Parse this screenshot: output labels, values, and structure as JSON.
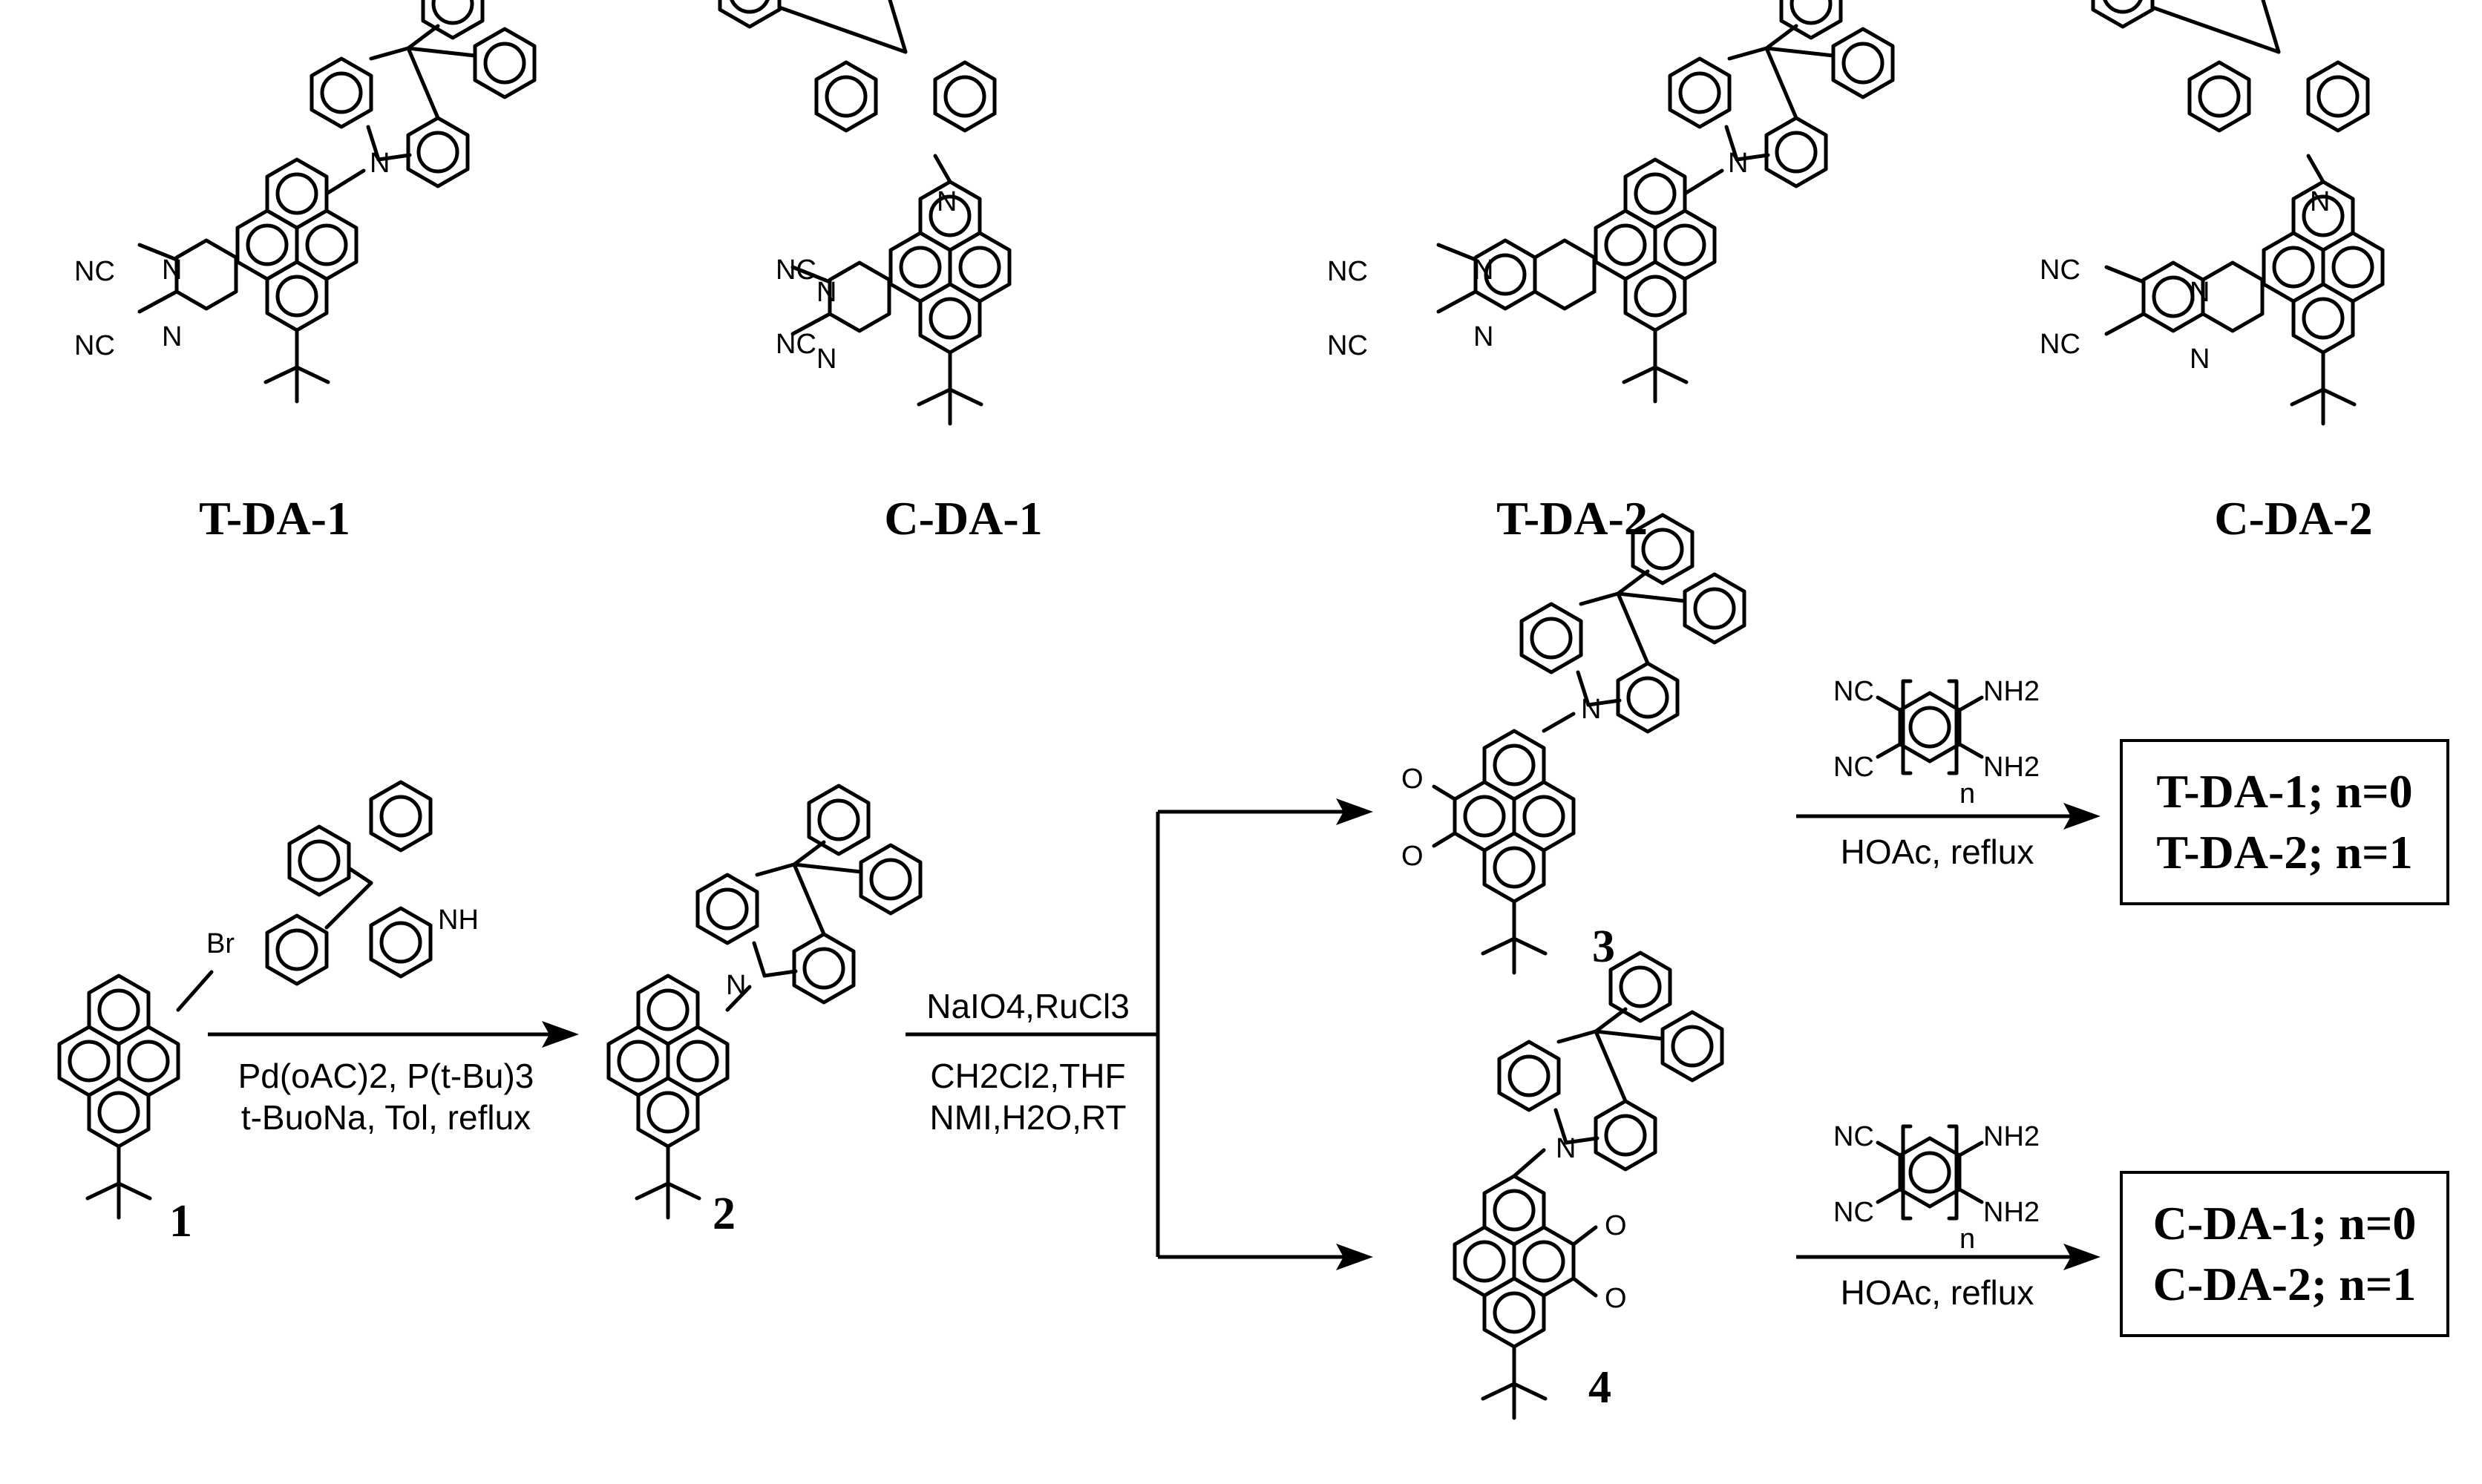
{
  "names": {
    "tda1": "T-DA-1",
    "cda1": "C-DA-1",
    "tda2": "T-DA-2",
    "cda2": "C-DA-2"
  },
  "atoms": {
    "nitrogen": "N",
    "nitrile": "NC",
    "oxygen": "O",
    "bromine": "Br",
    "amine": "NH",
    "amino": "NH2",
    "repeat": "n"
  },
  "numbers": {
    "c1": "1",
    "c2": "2",
    "c3": "3",
    "c4": "4"
  },
  "conditions": {
    "step1_line1": "Pd(oAC)2, P(t-Bu)3",
    "step1_line2": "t-BuoNa, Tol, reflux",
    "step2_line1": "NaIO4,RuCl3",
    "step2_line2": "CH2Cl2,THF",
    "step2_line3": "NMI,H2O,RT",
    "step3_top": "HOAc, reflux",
    "step3_bottom": "HOAc, reflux"
  },
  "products": {
    "top_line1": "T-DA-1; n=0",
    "top_line2": "T-DA-2; n=1",
    "bottom_line1": "C-DA-1; n=0",
    "bottom_line2": "C-DA-2; n=1"
  }
}
